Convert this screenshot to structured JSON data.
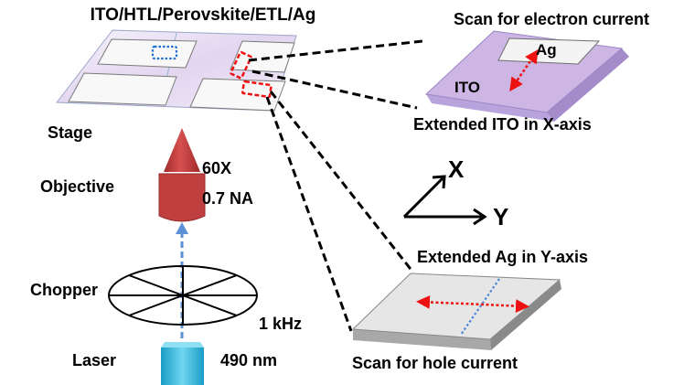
{
  "labels": {
    "device_stack": "ITO/HTL/Perovskite/ETL/Ag",
    "scan_electron": "Scan for electron current",
    "ag_pad": "Ag",
    "ito_pad": "ITO",
    "extended_ito": "Extended ITO in X-axis",
    "stage": "Stage",
    "magnification": "60X",
    "objective": "Objective",
    "numerical_aperture": "0.7 NA",
    "axis_x": "X",
    "axis_y": "Y",
    "extended_ag": "Extended Ag in Y-axis",
    "chopper": "Chopper",
    "frequency": "1 kHz",
    "laser": "Laser",
    "wavelength": "490 nm",
    "scan_hole": "Scan for hole current"
  },
  "colors": {
    "ito_substrate": "#cdb6e4",
    "ag_electrode": "#ececec",
    "objective_red": "#c0403f",
    "laser_cyan": "#3fc0e0",
    "beam_blue": "#5b8fd6",
    "scan_red": "#ee1111"
  }
}
